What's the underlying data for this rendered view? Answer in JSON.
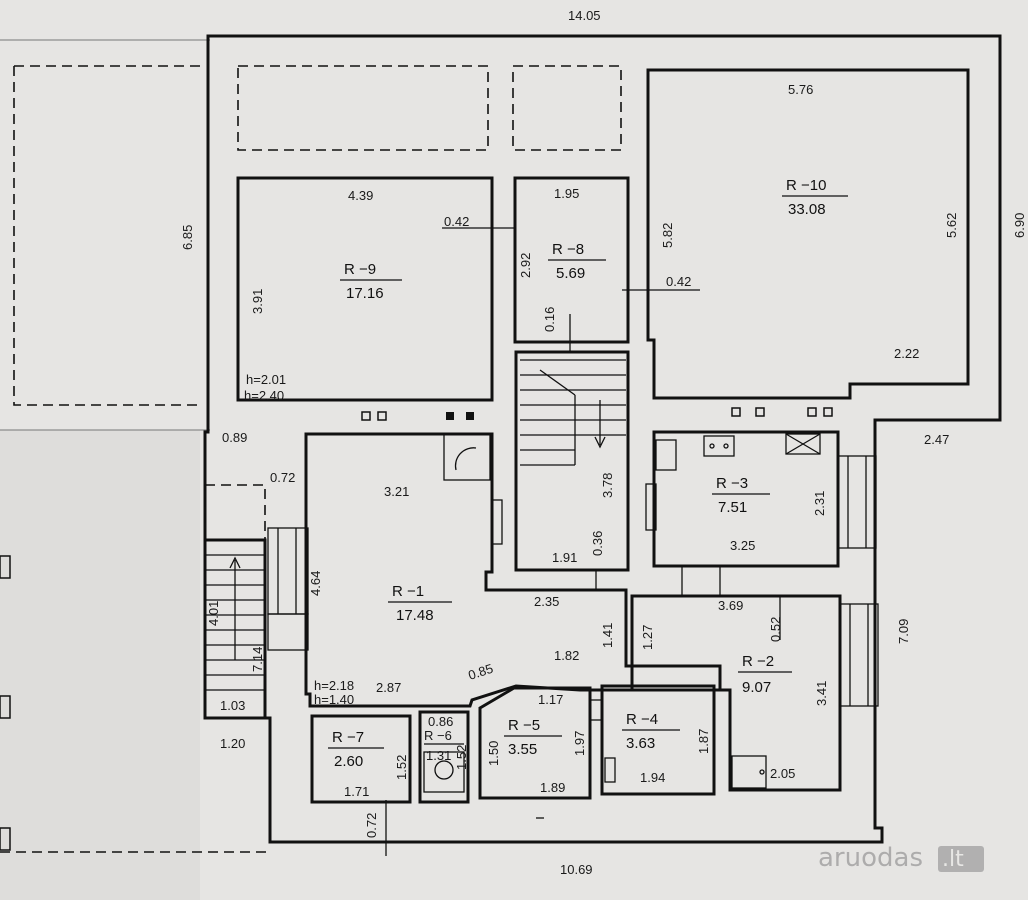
{
  "rooms": [
    {
      "label": "R −1",
      "area": "17.48"
    },
    {
      "label": "R −2",
      "area": "9.07"
    },
    {
      "label": "R −3",
      "area": "7.51"
    },
    {
      "label": "R −4",
      "area": "3.63"
    },
    {
      "label": "R −5",
      "area": "3.55"
    },
    {
      "label": "R −6",
      "area": "1.31"
    },
    {
      "label": "R −7",
      "area": "2.60"
    },
    {
      "label": "R −8",
      "area": "5.69"
    },
    {
      "label": "R −9",
      "area": "17.16"
    },
    {
      "label": "R −10",
      "area": "33.08"
    }
  ],
  "dimensions": {
    "top": "14.05",
    "bottom": "10.69",
    "left_outer": "6.85",
    "right_outer": "6.90",
    "right_lower": "7.09",
    "r9_width": "4.39",
    "r9_height": "3.91",
    "r9_gap": "0.42",
    "r8_width": "1.95",
    "r8_height": "2.92",
    "r8_gap": "0.16",
    "r10_width": "5.76",
    "r10_left": "5.82",
    "r10_right": "5.62",
    "r10_gap": "0.42",
    "r10_bottom": "2.22",
    "h1": "h=2.01",
    "h2": "h=2.40",
    "d089": "0.89",
    "d072": "0.72",
    "d321": "3.21",
    "d464": "4.64",
    "d401": "4.01",
    "d714": "7.14",
    "d103": "1.03",
    "d120": "1.20",
    "stair_378": "3.78",
    "stair_036": "0.36",
    "stair_191": "1.91",
    "d235": "2.35",
    "d141": "1.41",
    "d127": "1.27",
    "d182": "1.82",
    "d085": "0.85",
    "h3": "h=2.18",
    "h4": "h=1.40",
    "d287": "2.87",
    "d247": "2.47",
    "r3_231": "2.31",
    "r3_325": "3.25",
    "d369": "3.69",
    "d052": "0.52",
    "r2_341": "3.41",
    "r2_205": "2.05",
    "r7_152": "1.52",
    "r7_171": "1.71",
    "d072b": "0.72",
    "r6_086": "0.86",
    "r6_152": "1.52",
    "r5_117": "1.17",
    "r5_150": "1.50",
    "r5_197": "1.97",
    "r5_189": "1.89",
    "r4_187": "1.87",
    "r4_194": "1.94"
  },
  "watermark": "aruodas",
  "watermark_tld": ".lt"
}
